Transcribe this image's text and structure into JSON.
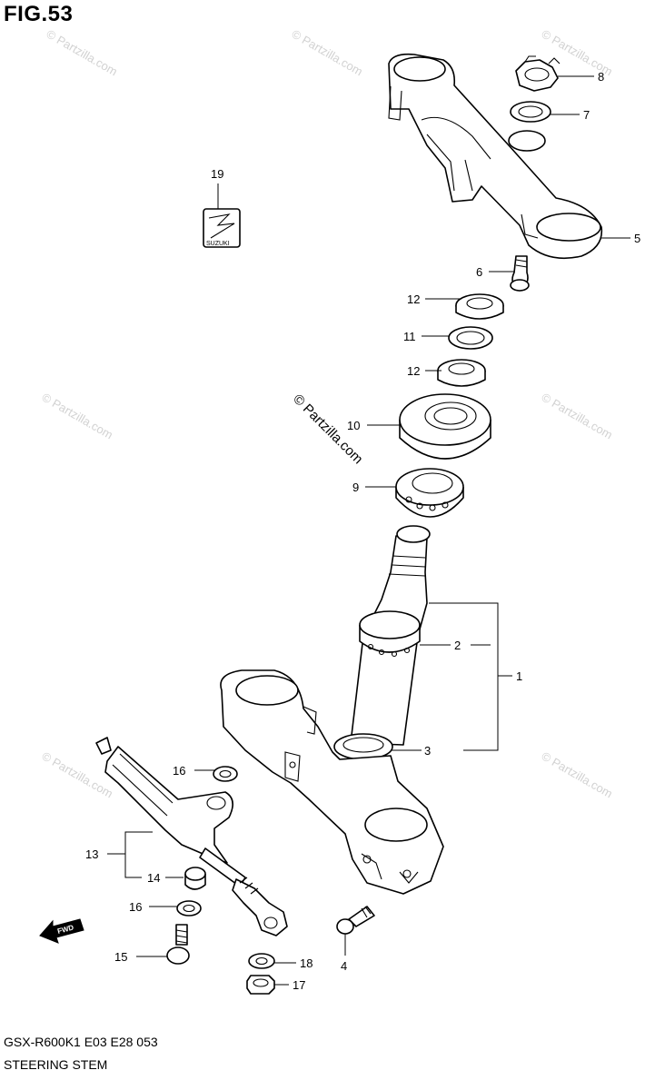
{
  "figure": {
    "title": "FIG.53",
    "footer_code": "GSX-R600K1 E03 E28 053",
    "footer_title": "STEERING STEM"
  },
  "watermark": {
    "text": "© Partzilla.com",
    "center_text": "© Partzilla.com"
  },
  "badge": {
    "brand": "SUZUKI"
  },
  "direction_arrow": {
    "label": "FWD"
  },
  "callouts": [
    {
      "id": "c1",
      "label": "1"
    },
    {
      "id": "c2",
      "label": "2"
    },
    {
      "id": "c3",
      "label": "3"
    },
    {
      "id": "c4",
      "label": "4"
    },
    {
      "id": "c5",
      "label": "5"
    },
    {
      "id": "c6",
      "label": "6"
    },
    {
      "id": "c7",
      "label": "7"
    },
    {
      "id": "c8",
      "label": "8"
    },
    {
      "id": "c9",
      "label": "9"
    },
    {
      "id": "c10",
      "label": "10"
    },
    {
      "id": "c11",
      "label": "11"
    },
    {
      "id": "c12a",
      "label": "12"
    },
    {
      "id": "c12b",
      "label": "12"
    },
    {
      "id": "c13",
      "label": "13"
    },
    {
      "id": "c14",
      "label": "14"
    },
    {
      "id": "c15",
      "label": "15"
    },
    {
      "id": "c16a",
      "label": "16"
    },
    {
      "id": "c16b",
      "label": "16"
    },
    {
      "id": "c17",
      "label": "17"
    },
    {
      "id": "c18",
      "label": "18"
    },
    {
      "id": "c19",
      "label": "19"
    }
  ]
}
